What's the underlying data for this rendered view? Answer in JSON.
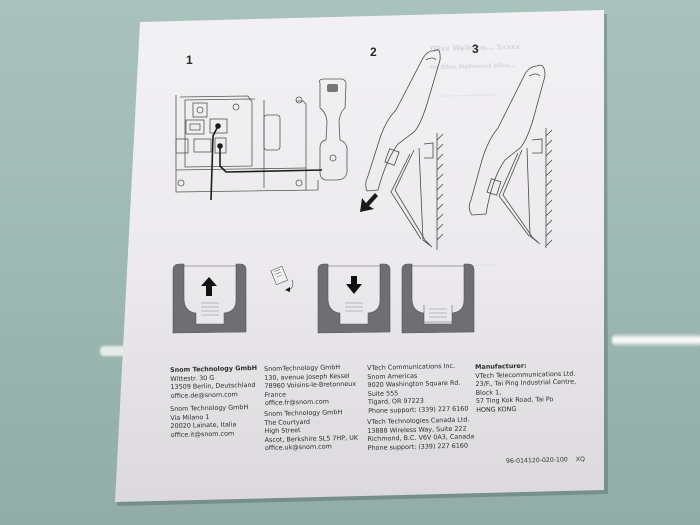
{
  "document": {
    "type": "Wall mounting instruction leaflet (photographed)",
    "steps": [
      {
        "number": "1",
        "figure": "Base station rear view with cable routing and corded handset"
      },
      {
        "number": "2",
        "figure": "Tilting handset off wall bracket with downward arrow"
      },
      {
        "number": "3",
        "figure": "Handset seated on wall bracket"
      }
    ],
    "bracket_figures": [
      {
        "figure": "bracket-tab-up",
        "arrow": "up"
      },
      {
        "figure": "rotate-tab",
        "arrow": "rotate"
      },
      {
        "figure": "bracket-tab-down",
        "arrow": "down"
      },
      {
        "figure": "bracket-tab-seated",
        "arrow": "none"
      }
    ],
    "addresses": {
      "col1": [
        {
          "lines": [
            "Snom Technology GmbH",
            "Wittestr. 30 G",
            "13509 Berlin, Deutschland",
            "office.de@snom.com"
          ]
        },
        {
          "lines": [
            "Snom Technology GmbH",
            "Via Milano 1",
            "20020 Lainate, Italia",
            "office.it@snom.com"
          ]
        }
      ],
      "col2": [
        {
          "lines": [
            "SnomTechnology GmbH",
            "130, avenue Joseph Kessel",
            "78960 Voisins-le-Bretonneux",
            "France",
            "office.fr@snom.com"
          ]
        },
        {
          "lines": [
            "Snom Technology GmbH",
            "The Courtyard",
            "High Street",
            "Ascot, Berkshire SL5 7HP, UK",
            "office.uk@snom.com"
          ]
        }
      ],
      "col3": [
        {
          "lines": [
            "VTech Communications Inc.",
            "Snom Americas",
            "9020 Washington Square Rd.",
            "Suite 555",
            "Tigard, OR 97223",
            "Phone support: (339) 227 6160"
          ]
        },
        {
          "lines": [
            "VTech Technologies Canada Ltd.",
            "13888 Wireless Way, Suite 222",
            "Richmond, B.C.  V6V 0A3, Canada",
            "Phone support: (339) 227 6160"
          ]
        }
      ],
      "manufacturer": {
        "heading": "Manufacturer:",
        "lines": [
          "VTech Telecommunications Ltd.",
          "23/F., Tai Ping Industrial Centre,",
          "Block 1,",
          "57 Ting Kok Road, Tai Po",
          "HONG KONG"
        ]
      }
    },
    "doc_number": "96-014120-020-100",
    "doc_suffix": "XQ",
    "colors": {
      "background": "#a3bdb7",
      "paper": "#eceaed",
      "ink": "#2d2d2d",
      "diagram_fill": "#6f6f73"
    }
  }
}
